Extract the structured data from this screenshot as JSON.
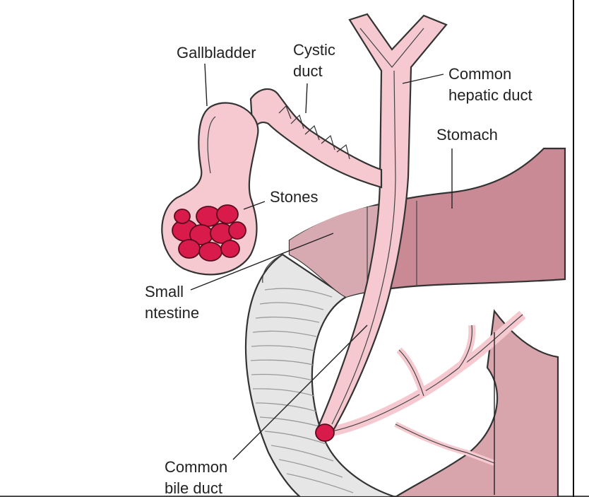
{
  "labels": {
    "gallbladder": "Gallbladder",
    "cystic_duct_1": "Cystic",
    "cystic_duct_2": "duct",
    "common_hepatic_1": "Common",
    "common_hepatic_2": "hepatic duct",
    "stomach": "Stomach",
    "stones": "Stones",
    "small_intestine_1": "Small",
    "small_intestine_2": "ntestine",
    "common_bile_1": "Common",
    "common_bile_2": "bile duct"
  },
  "colors": {
    "duct_pink": "#f5c9cf",
    "duct_light": "#f9dde1",
    "stomach": "#c98a95",
    "stomach_light": "#d9a5ad",
    "stone": "#d81b4a",
    "intestine": "#e3e3e3"
  }
}
